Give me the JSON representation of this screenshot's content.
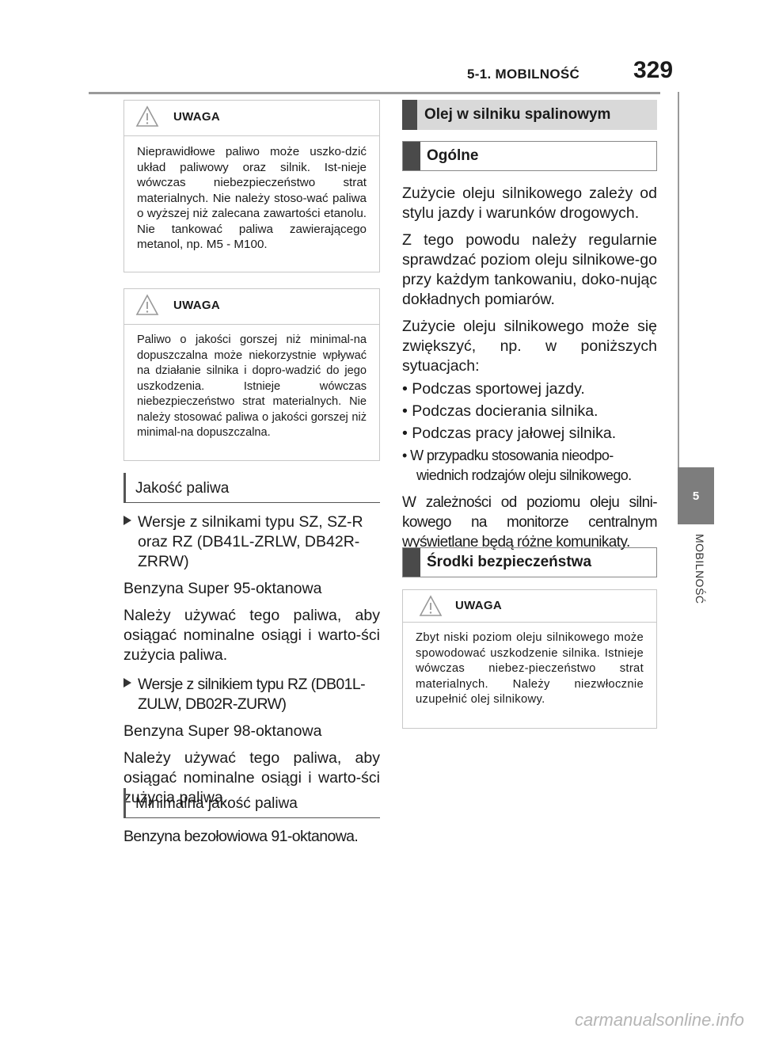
{
  "header": {
    "section": "5-1. MOBILNOŚĆ",
    "page_number": "329"
  },
  "side_tab": {
    "number": "5",
    "label": "MOBILNOŚĆ"
  },
  "left": {
    "warning1": {
      "title": "UWAGA",
      "text": "Nieprawidłowe paliwo może uszko-dzić układ paliwowy oraz silnik. Ist-nieje wówczas niebezpieczeństwo strat materialnych. Nie należy stoso-wać paliwa o wyższej niż zalecana zawartości etanolu. Nie tankować paliwa zawierającego metanol, np. M5 - M100."
    },
    "warning2": {
      "title": "UWAGA",
      "text": "Paliwo o jakości gorszej niż minimal-na dopuszczalna może niekorzystnie wpływać na działanie silnika i dopro-wadzić do jego uszkodzenia. Istnieje wówczas niebezpieczeństwo strat materialnych. Nie należy stosować paliwa o jakości gorszej niż minimal-na dopuszczalna."
    },
    "subhead_quality": "Jakość paliwa",
    "variant1": "Wersje z silnikami typu SZ, SZ-R oraz RZ (DB41L-ZRLW, DB42R-ZRRW)",
    "fuel1": "Benzyna Super 95-oktanowa",
    "usage1": "Należy używać tego paliwa, aby osiągać nominalne osiągi i warto-ści zużycia paliwa.",
    "variant2": "Wersje z silnikiem typu RZ (DB01L-ZULW, DB02R-ZURW)",
    "fuel2": "Benzyna Super 98-oktanowa",
    "usage2": "Należy używać tego paliwa, aby osiągać nominalne osiągi i warto-ści zużycia paliwa.",
    "subhead_min": "Minimalna jakość paliwa",
    "min_text": "Benzyna bezołowiowa 91-oktanowa."
  },
  "right": {
    "banner": "Olej w silniku spalinowym",
    "general": "Ogólne",
    "para1": "Zużycie oleju silnikowego zależy od stylu jazdy i warunków drogowych.",
    "para2": "Z tego powodu należy regularnie sprawdzać poziom oleju silnikowe-go przy każdym tankowaniu, doko-nując dokładnych pomiarów.",
    "para3": "Zużycie oleju silnikowego może się zwiększyć, np. w poniższych sytuacjach:",
    "bullets": [
      "• Podczas sportowej jazdy.",
      "• Podczas docierania silnika.",
      "• Podczas pracy jałowej silnika.",
      "• W przypadku stosowania nieodpo-wiednich rodzajów oleju silnikowego."
    ],
    "para4": "W zależności od poziomu oleju silni-kowego na monitorze centralnym wyświetlane będą różne komunikaty.",
    "safety": "Środki bezpieczeństwa",
    "warning": {
      "title": "UWAGA",
      "text": "Zbyt niski poziom oleju silnikowego może spowodować uszkodzenie silnika. Istnieje wówczas niebez-pieczeństwo strat materialnych. Należy niezwłocznie uzupełnić olej silnikowy."
    }
  },
  "watermark": "carmanualsonline.info"
}
